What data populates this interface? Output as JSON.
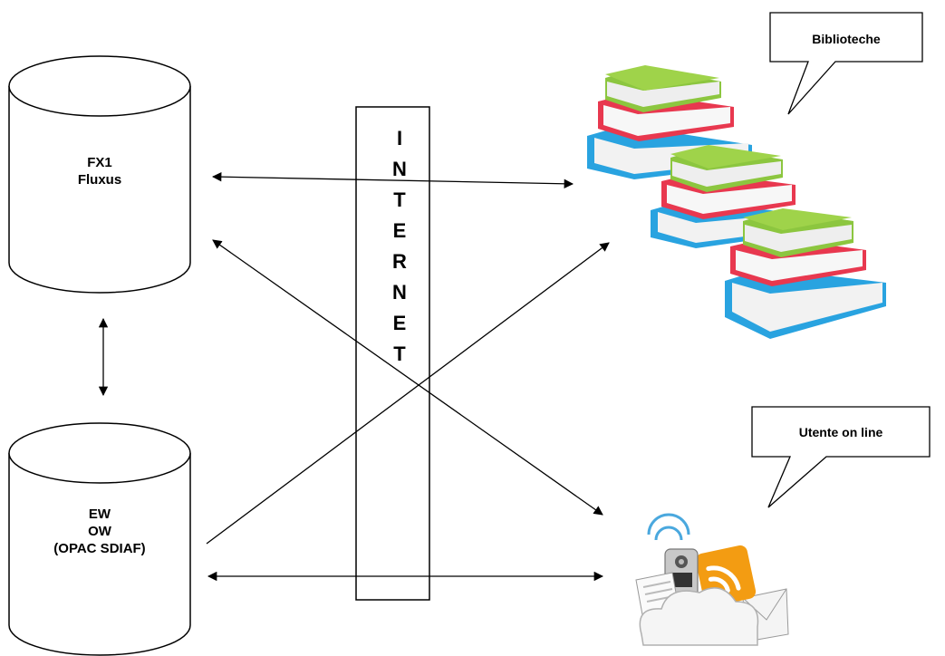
{
  "databases": {
    "top": {
      "line1": "FX1",
      "line2": "Fluxus"
    },
    "bottom": {
      "line1": "EW",
      "line2": "OW",
      "line3": "(OPAC SDIAF)"
    }
  },
  "internet": {
    "letters": [
      "I",
      "N",
      "T",
      "E",
      "R",
      "N",
      "E",
      "T"
    ]
  },
  "callouts": {
    "libraries": "Biblioteche",
    "user": "Utente on line"
  },
  "icons": {
    "libraries": "books-stack-icon",
    "user": "online-communication-icon"
  },
  "colors": {
    "book_green": "#8cc63f",
    "book_red": "#e8384f",
    "book_blue": "#29a3e0",
    "rss_orange": "#f39c12",
    "line": "#000000"
  }
}
